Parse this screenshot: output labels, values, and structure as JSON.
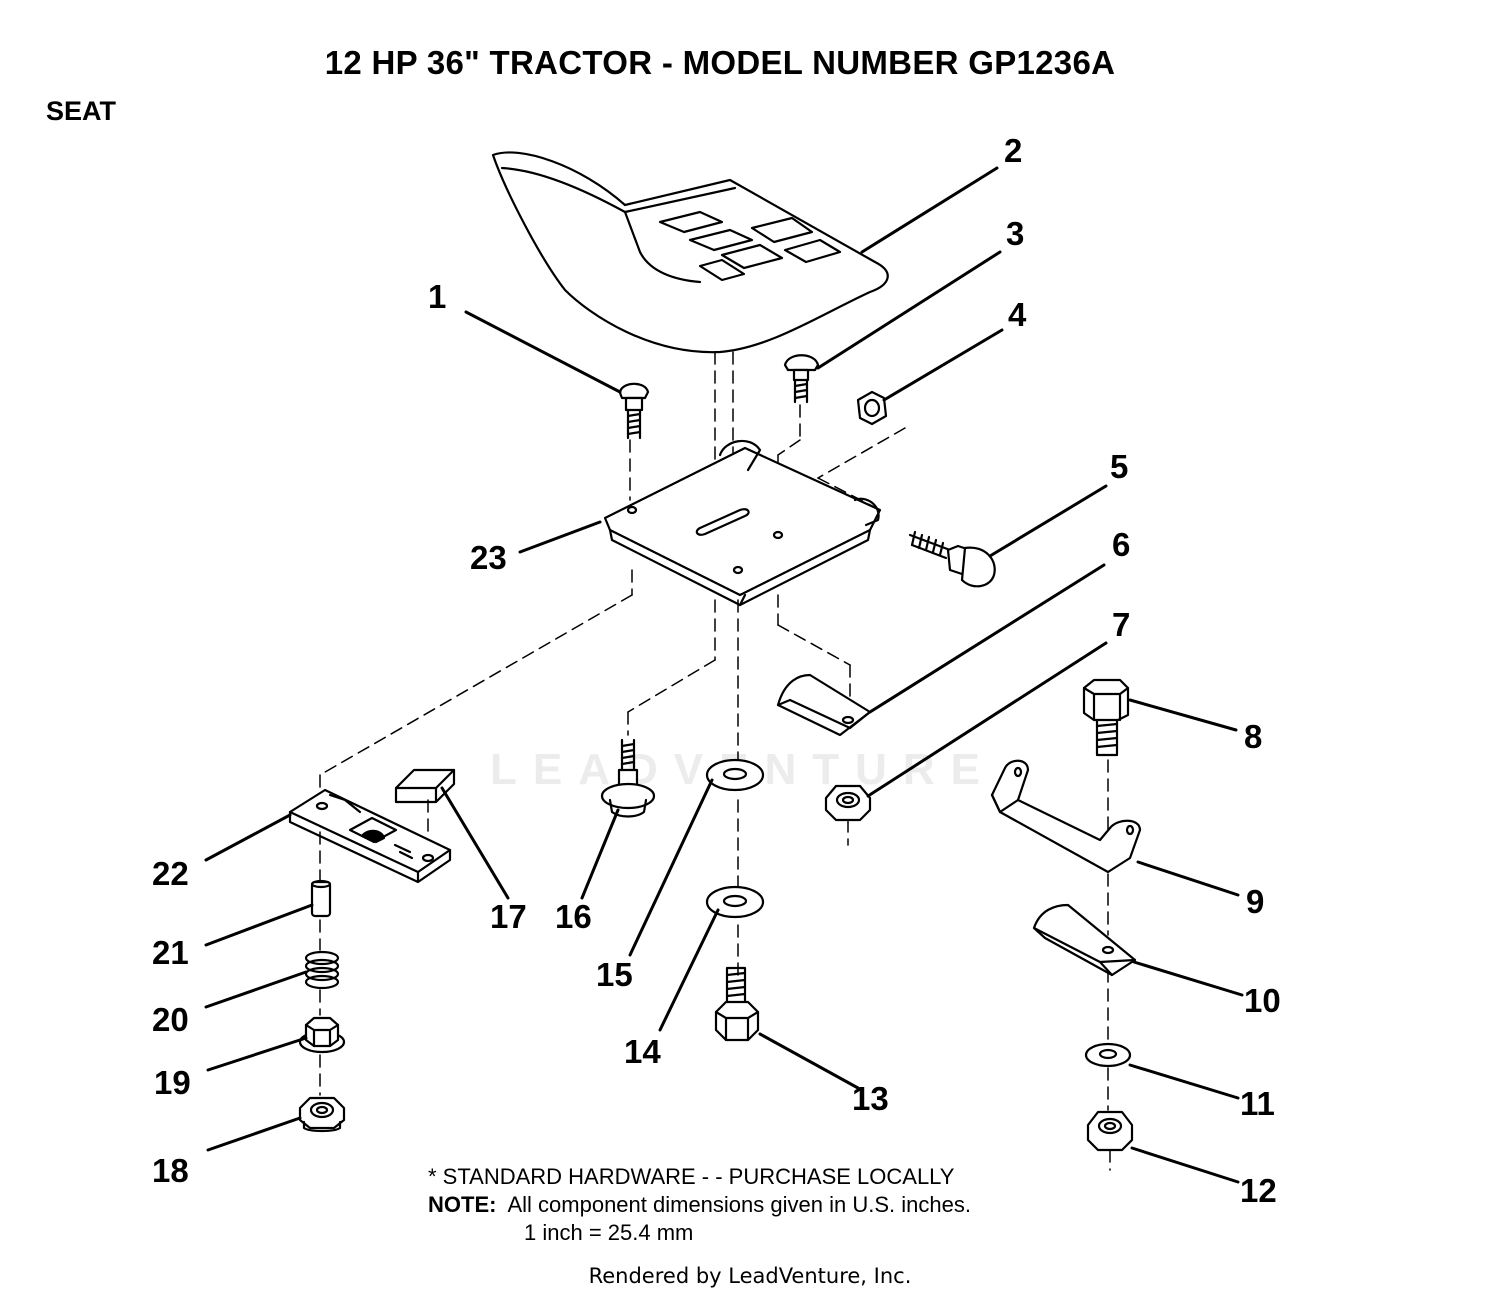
{
  "header": {
    "title": "12 HP  36\"  TRACTOR  - MODEL NUMBER GP1236A",
    "section": "SEAT"
  },
  "callouts": [
    {
      "num": "1",
      "part": "carriage-bolt"
    },
    {
      "num": "2",
      "part": "seat"
    },
    {
      "num": "3",
      "part": "carriage-bolt"
    },
    {
      "num": "4",
      "part": "hex-nut"
    },
    {
      "num": "5",
      "part": "shoulder-bolt"
    },
    {
      "num": "6",
      "part": "spring-clip"
    },
    {
      "num": "7",
      "part": "lock-nut"
    },
    {
      "num": "8",
      "part": "hex-bolt"
    },
    {
      "num": "9",
      "part": "bracket"
    },
    {
      "num": "10",
      "part": "spring-clip"
    },
    {
      "num": "11",
      "part": "washer"
    },
    {
      "num": "12",
      "part": "lock-nut"
    },
    {
      "num": "13",
      "part": "hex-bolt"
    },
    {
      "num": "14",
      "part": "washer"
    },
    {
      "num": "15",
      "part": "washer"
    },
    {
      "num": "16",
      "part": "shoulder-bolt"
    },
    {
      "num": "17",
      "part": "pad"
    },
    {
      "num": "18",
      "part": "flange-nut"
    },
    {
      "num": "19",
      "part": "hex-nut"
    },
    {
      "num": "20",
      "part": "spring"
    },
    {
      "num": "21",
      "part": "spacer"
    },
    {
      "num": "22",
      "part": "slide-plate"
    },
    {
      "num": "23",
      "part": "seat-pan"
    }
  ],
  "notes": {
    "standard_hardware": "* STANDARD HARDWARE - - PURCHASE LOCALLY",
    "note_label": "NOTE:",
    "note_text": "All component dimensions given in U.S. inches.",
    "conversion": "1 inch = 25.4 mm"
  },
  "footer": "Rendered by LeadVenture, Inc.",
  "watermark": "LEADVENTURE"
}
